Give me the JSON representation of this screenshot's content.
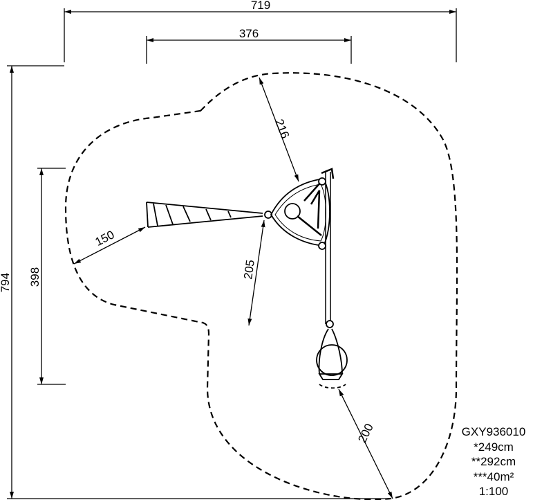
{
  "dimensions": {
    "overall_width": "719",
    "structure_width": "376",
    "overall_depth": "794",
    "structure_depth": "398",
    "clearance_top": "216",
    "clearance_left": "150",
    "clearance_middle": "205",
    "clearance_bottom": "200"
  },
  "info": {
    "product_code": "GXY936010",
    "height_1": "*249cm",
    "height_2": "**292cm",
    "area": "***40m²",
    "scale": "1:100"
  },
  "colors": {
    "line": "#000000",
    "background": "#ffffff"
  }
}
